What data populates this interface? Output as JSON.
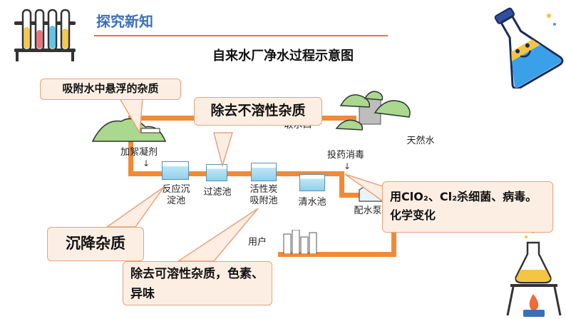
{
  "header": {
    "title": "探究新知"
  },
  "diagram": {
    "title": "自来水厂净水过程示意图",
    "stage_labels": {
      "flocculant": "加絮凝剂",
      "intake": "取水口",
      "natural_water": "天然水",
      "disinfect": "投药消毒",
      "sedimentation": "反应沉\n淀池",
      "filtration": "过滤池",
      "carbon": "活性炭\n吸附池",
      "clean_water": "清水池",
      "pump": "配水泵",
      "user": "用户"
    },
    "callouts": {
      "adsorb": "吸附水中悬浮的杂质",
      "insoluble": "除去不溶性杂质",
      "settle": "沉降杂质",
      "soluble": "除去可溶性杂质，色素、异味",
      "chlorine": "用ClO₂、Cl₂杀细菌、病毒。\n化学变化"
    }
  },
  "colors": {
    "pipe": "#f18a36",
    "title_blue": "#3f6fb5",
    "callout_bg": "#fdeee4",
    "callout_border": "#e8a27c"
  }
}
